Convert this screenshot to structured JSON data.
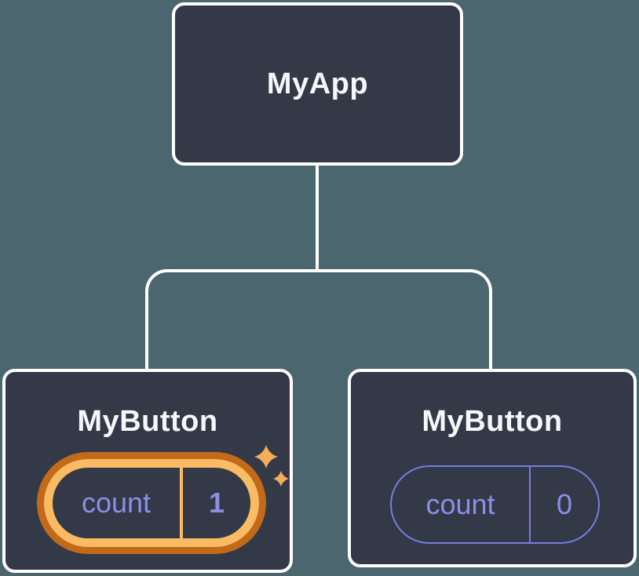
{
  "palette": {
    "background": "#4b666e",
    "node_fill": "#333947",
    "node_border": "#ffffff",
    "title_text": "#f6f7f9",
    "state_text_purple": "#8a8fe8",
    "pill_border_purple": "#777ce2",
    "highlight_orange_light": "#fabb63",
    "highlight_orange_dark": "#c2691a",
    "sparkle_orange": "#f3ae57"
  },
  "diagram": {
    "type": "component-tree",
    "root": {
      "label": "MyApp"
    },
    "children": [
      {
        "label": "MyButton",
        "highlighted": true,
        "state": {
          "name": "count",
          "value": "1"
        }
      },
      {
        "label": "MyButton",
        "highlighted": false,
        "state": {
          "name": "count",
          "value": "0"
        }
      }
    ]
  }
}
